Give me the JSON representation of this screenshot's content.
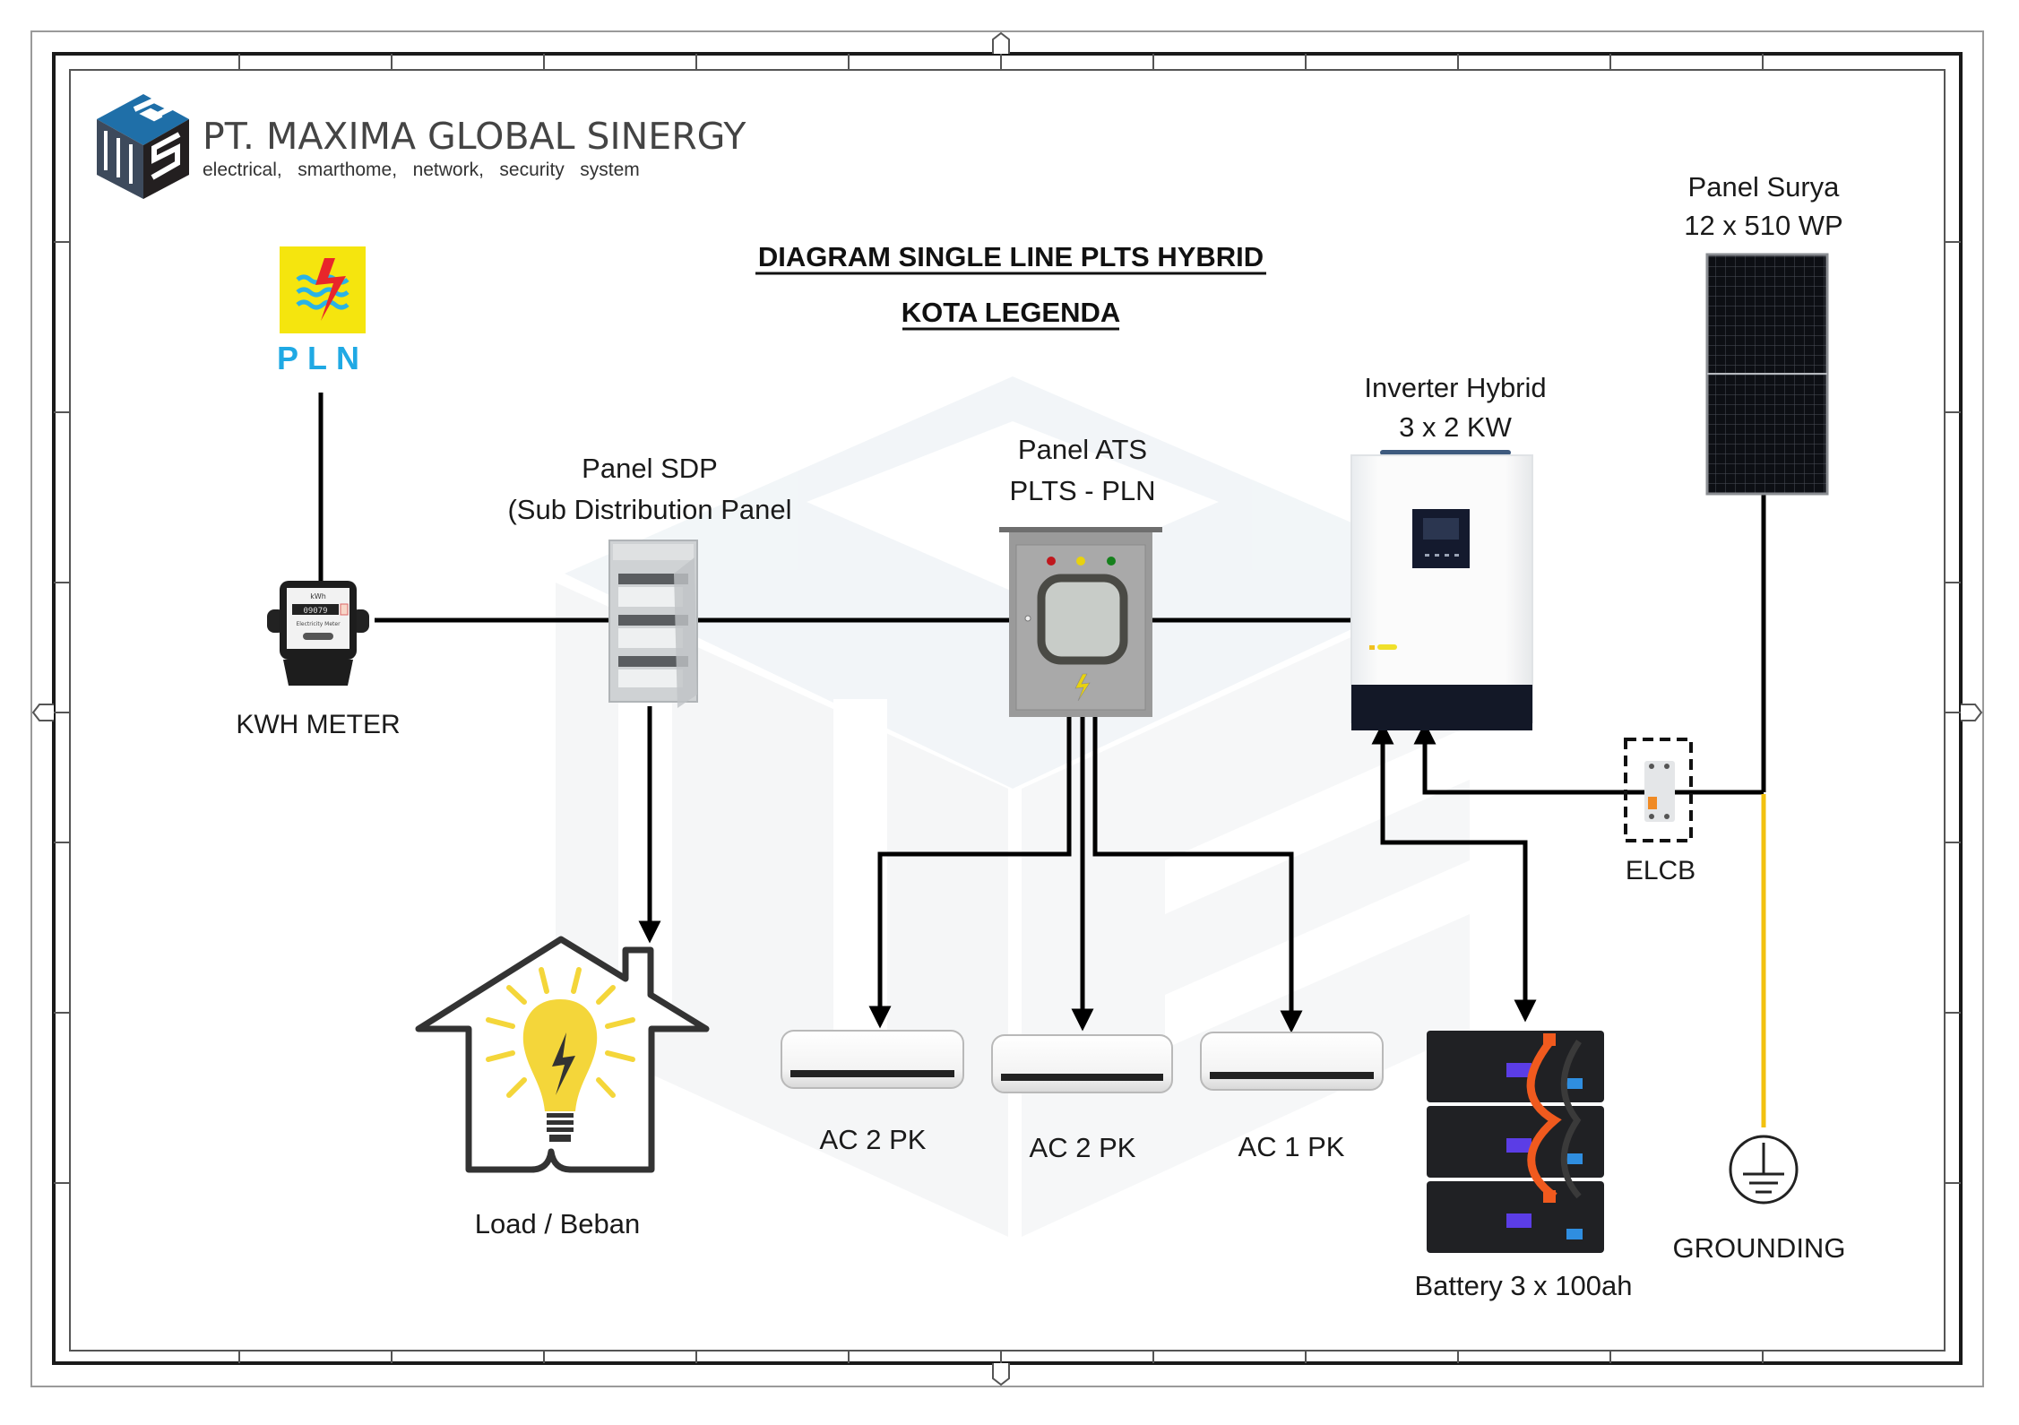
{
  "company": {
    "name": "PT. MAXIMA GLOBAL SINERGY",
    "tagline": "electrical,   smarthome,   network,   security   system",
    "logo_letters": [
      "G",
      "M",
      "S"
    ],
    "colors": {
      "blue": "#1f6fa8",
      "slate": "#3d4a5c",
      "dark": "#231f20"
    }
  },
  "diagram": {
    "title_line1": "DIAGRAM SINGLE LINE  PLTS HYBRID",
    "title_line2": "KOTA LEGENDA"
  },
  "components": {
    "pln": {
      "label": "PLN",
      "icon": "pln-logo-icon",
      "colors": {
        "box": "#f5e50e",
        "bolt": "#e8262b",
        "waves": "#2ab3e6",
        "text": "#1fa9e4"
      }
    },
    "kwh_meter": {
      "label": "KWH METER",
      "reading": "09079",
      "unit_text": "kWh",
      "face_text": "Electricity Meter"
    },
    "sdp": {
      "label_line1": "Panel SDP",
      "label_line2": "(Sub Distribution Panel"
    },
    "ats": {
      "label_line1": "Panel ATS",
      "label_line2": "PLTS - PLN",
      "lamp_colors": [
        "#c0171d",
        "#e8d20f",
        "#15801c"
      ]
    },
    "inverter": {
      "label_line1": "Inverter Hybrid",
      "label_line2": "3 x 2 KW"
    },
    "solar_panel": {
      "label_line1": "Panel Surya",
      "label_line2": "12 x 510 WP"
    },
    "elcb": {
      "label": "ELCB"
    },
    "grounding": {
      "label": "GROUNDING",
      "wire_color": "#f2c10f"
    },
    "load": {
      "label": "Load / Beban",
      "bulb_color": "#f4d63a"
    },
    "ac_units": [
      {
        "label": "AC 2 PK"
      },
      {
        "label": "AC 2 PK"
      },
      {
        "label": "AC 1 PK"
      }
    ],
    "battery": {
      "label": "Battery 3 x 100ah",
      "modules": 3,
      "cable_color": "#f05a1e",
      "screen_color": "#5b3de6"
    }
  }
}
